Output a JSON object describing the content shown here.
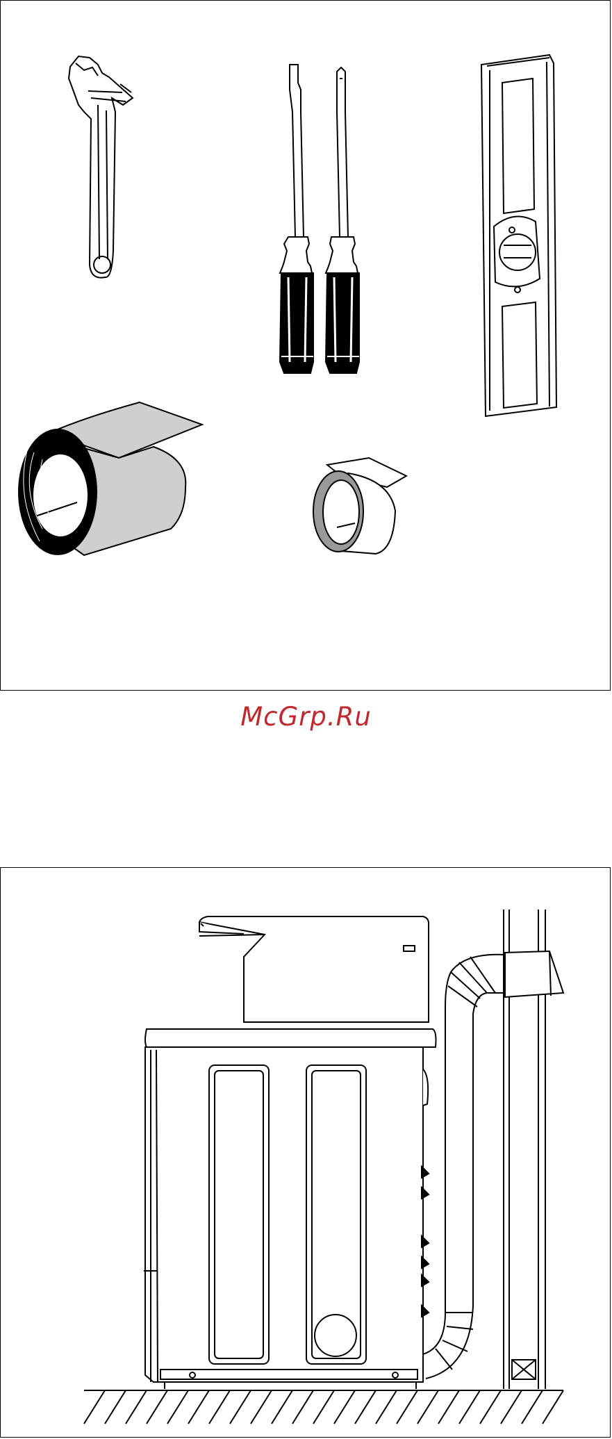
{
  "watermark": {
    "text": "McGrp.Ru",
    "color": "#c0282e"
  },
  "panels": [
    {
      "id": "tools",
      "items": [
        "adjustable-wrench-icon",
        "flat-screwdriver-icon",
        "phillips-screwdriver-icon",
        "spirit-level-icon",
        "large-duct-tape-roll-icon",
        "small-tape-roll-icon"
      ]
    },
    {
      "id": "dryer-installation",
      "items": [
        "dryer-icon",
        "exhaust-duct-icon",
        "wall-vent-hood-icon",
        "floor-icon"
      ]
    }
  ],
  "colors": {
    "line": "#000000",
    "tape": "#cfcfcf",
    "background": "#ffffff"
  }
}
